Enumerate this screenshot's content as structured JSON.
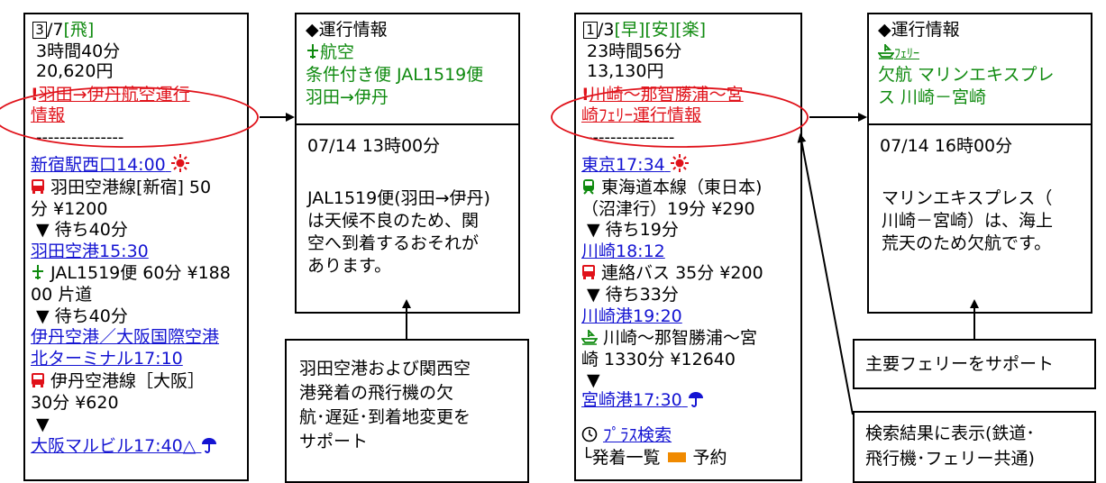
{
  "route1": {
    "page": "3",
    "page_total": "/7",
    "tag": "[飛]",
    "duration": "3時間40分",
    "fare": "20,620円",
    "alert_line1": "羽田→伊丹航空運行",
    "alert_line2": "情報",
    "separator": "---------------",
    "stop1": "新宿駅西口14:00",
    "leg1_line1": "羽田空港線[新宿] 50",
    "leg1_line2": "分 ¥1200",
    "wait1": "待ち40分",
    "stop2": "羽田空港15:30",
    "leg2_line1": "JAL1519便 60分 ¥188",
    "leg2_line2": "00 片道",
    "wait2": "待ち40分",
    "stop3_line1": "伊丹空港／大阪国際空港",
    "stop3_line2": "北ターミナル17:10",
    "leg3_line1": "伊丹空港線［大阪］",
    "leg3_line2": "30分 ¥620",
    "stop4": "大阪マルビル17:40△"
  },
  "detail1": {
    "header": "◆運行情報",
    "category": "航空",
    "status": "条件付き便 JAL1519便",
    "route": "羽田→伊丹",
    "datetime": "07/14 13時00分",
    "body_lines": [
      "JAL1519便(羽田→伊丹)",
      "は天候不良のため、関",
      "空へ到着するおそれが",
      "あります。"
    ]
  },
  "callout1": {
    "lines": [
      "羽田空港および関西空",
      "港発着の飛行機の欠",
      "航･遅延･到着地変更を",
      "サポート"
    ]
  },
  "route2": {
    "page": "1",
    "page_total": "/3",
    "tags": "[早][安][楽]",
    "duration": "23時間56分",
    "fare": "13,130円",
    "alert_line1": "川崎～那智勝浦～宮",
    "alert_line2": "崎ﾌｪﾘｰ運行情報",
    "separator": "---------------",
    "stop1": "東京17:34",
    "leg1_line1": "東海道本線（東日本)",
    "leg1_line2": "（沼津行）19分 ¥290",
    "wait1": "待ち19分",
    "stop2": "川崎18:12",
    "leg2": "連絡バス 35分 ¥200",
    "wait2": "待ち33分",
    "stop3": "川崎港19:20",
    "leg3_line1": "川崎～那智勝浦～宮",
    "leg3_line2": "崎 1330分 ¥12640",
    "stop4": "宮崎港17:30",
    "plus_search": "ﾌﾟﾗｽ検索",
    "footer_prefix": "└発着一覧",
    "footer_suffix": "予約"
  },
  "detail2": {
    "header": "◆運行情報",
    "category": "ﾌｪﾘｰ",
    "status_line1": "欠航 マリンエキスプレ",
    "status_line2": "ス 川崎－宮崎",
    "datetime": "07/14 16時00分",
    "body_lines": [
      "マリンエキスプレス（",
      "川崎－宮崎）は、海上",
      "荒天のため欠航です。"
    ]
  },
  "callout2": {
    "text": "主要フェリーをサポート"
  },
  "callout3": {
    "lines": [
      "検索結果に表示(鉄道･",
      "飛行機･フェリー共通)"
    ]
  },
  "colors": {
    "link_blue": "#1414d2",
    "status_green": "#0f8a0f",
    "alert_red": "#e0121a"
  }
}
